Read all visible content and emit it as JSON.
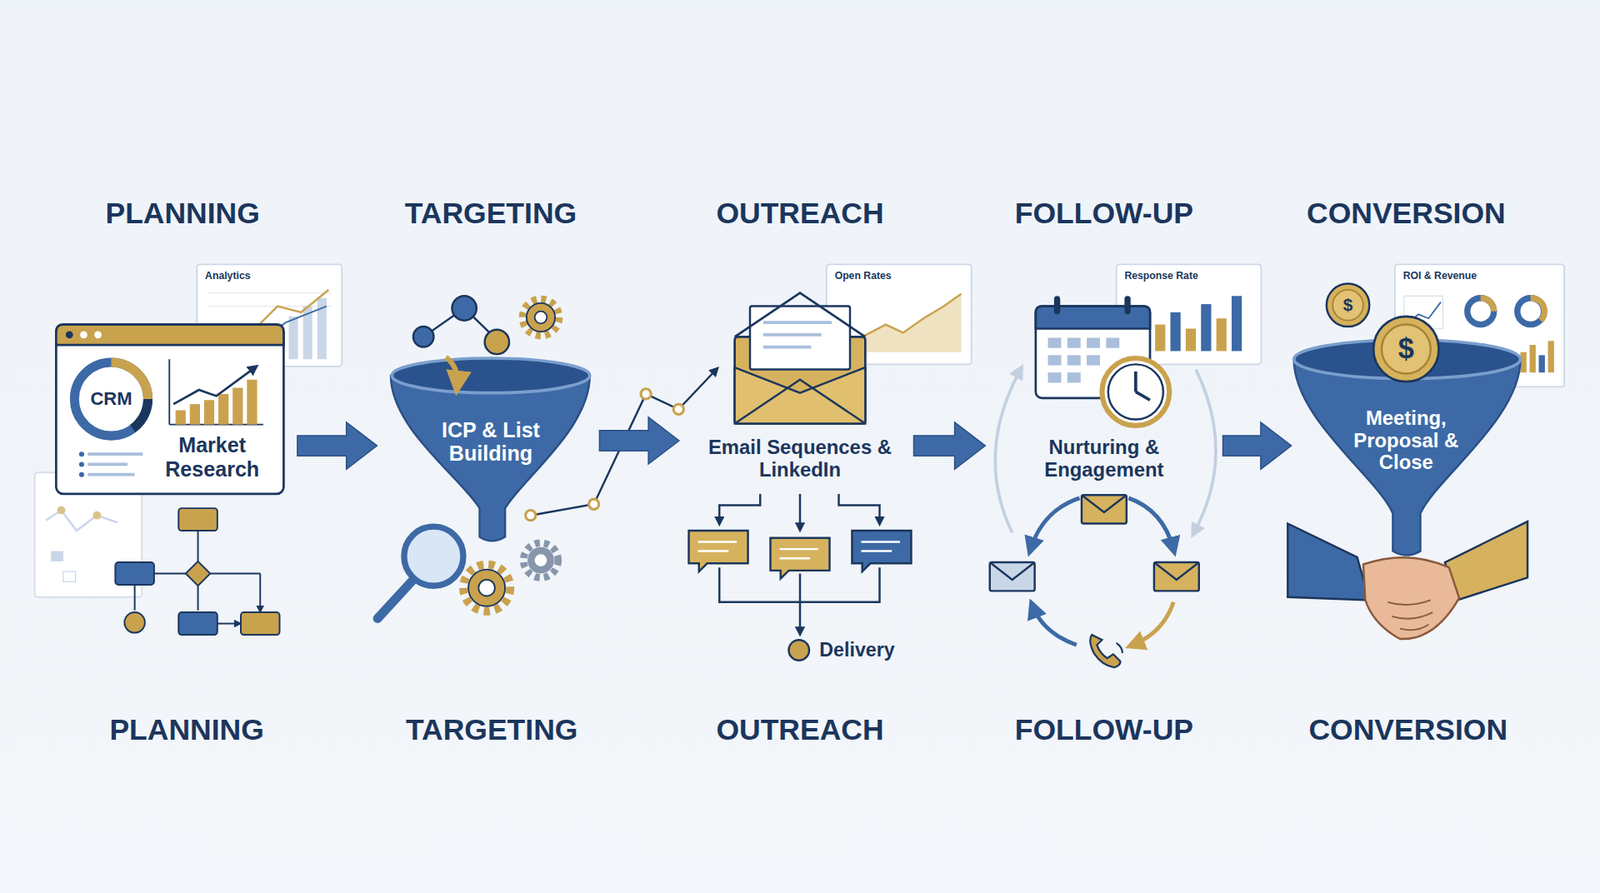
{
  "diagram": {
    "nodes": [
      {
        "text": [
          "Market Research"
        ]
      },
      {
        "text": [
          "ICP & List Building"
        ]
      },
      {
        "text": [
          "Email Sequences & LinkedIn"
        ]
      },
      {
        "text": [
          "Nurturing & Engagement"
        ]
      },
      {
        "text": [
          "Meeting, Proposal & Close"
        ]
      }
    ],
    "edges": [
      {
        "from": 0,
        "to": 1,
        "arrow": "to"
      },
      {
        "from": 1,
        "to": 2,
        "arrow": "to"
      },
      {
        "from": 2,
        "to": 3,
        "arrow": "to"
      },
      {
        "from": 3,
        "to": 4,
        "arrow": "to"
      }
    ],
    "labels": [
      "PLANNING",
      "TARGETING",
      "OUTREACH",
      "FOLLOW-UP",
      "CONVERSION",
      "Analytics",
      "CRM",
      "Open Rates",
      "Response Rate",
      "ROI & Revenue",
      "$",
      "$",
      "Delivery",
      "PLANNING",
      "TARGETING",
      "OUTREACH",
      "FOLLOW-UP",
      "CONVERSION"
    ]
  }
}
